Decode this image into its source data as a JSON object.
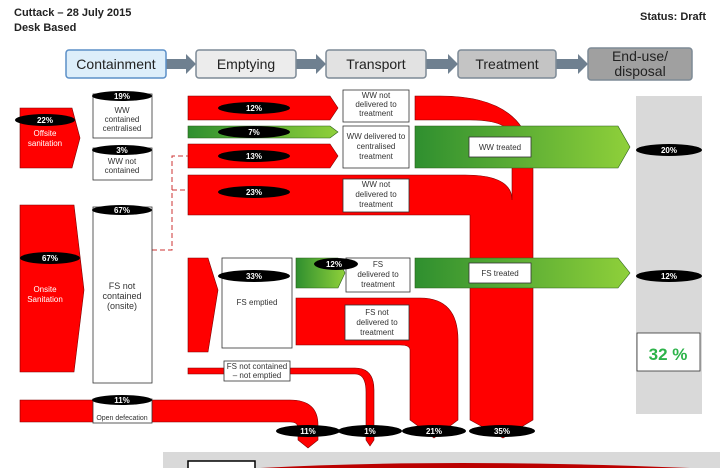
{
  "header": {
    "title": "Cuttack – 28 July 2015",
    "subtitle": "Desk Based",
    "status": "Status: Draft"
  },
  "stages": [
    "Containment",
    "Emptying",
    "Transport",
    "Treatment",
    [
      "End-use/",
      "disposal"
    ]
  ],
  "colors": {
    "red": "#ff0000",
    "green": "#5cb82e",
    "accent_green": "#2db34a",
    "grey": "#d9d9d9"
  },
  "containment": {
    "offsite": {
      "pct": "22%",
      "label": [
        "Offsite",
        "sanitation"
      ]
    },
    "ww_contained": {
      "pct": "19%",
      "label": [
        "WW",
        "contained",
        "centralised"
      ]
    },
    "ww_not_contained": {
      "pct": "3%",
      "label": [
        "WW not",
        "contained"
      ]
    },
    "onsite": {
      "pct": "67%",
      "label": [
        "Onsite",
        "Sanitation"
      ]
    },
    "fs_not_contained": {
      "pct": "67%",
      "label": [
        "FS not",
        "contained",
        "(onsite)"
      ]
    },
    "open_defecation": {
      "pct": "11%",
      "label": "Open defecation"
    }
  },
  "flows": {
    "ww_not_delivered_1": {
      "pct": "12%",
      "label": [
        "WW not",
        "delivered to",
        "treatment"
      ]
    },
    "ww_delivered": {
      "pct": "7%",
      "label": [
        "WW delivered to",
        "centralised",
        "treatment"
      ]
    },
    "ww_13": {
      "pct": "13%"
    },
    "ww_not_delivered_2": {
      "pct": "23%",
      "label": [
        "WW not",
        "delivered to",
        "treatment"
      ]
    },
    "fs_emptied": {
      "pct": "33%",
      "label": "FS emptied"
    },
    "fs_delivered": {
      "pct": "12%",
      "label": [
        "FS",
        "delivered to",
        "treatment"
      ]
    },
    "fs_not_delivered": {
      "label": [
        "FS  not",
        "delivered to",
        "treatment"
      ]
    },
    "fs_not_emptied": {
      "label": [
        "FS not contained",
        "– not emptied"
      ]
    }
  },
  "treatment": {
    "ww_treated": "WW treated",
    "fs_treated": "FS treated"
  },
  "enduse": {
    "ww": "20%",
    "fs": "12%",
    "total": "32 %"
  },
  "outflows": [
    "11%",
    "1%",
    "21%",
    "35%"
  ]
}
